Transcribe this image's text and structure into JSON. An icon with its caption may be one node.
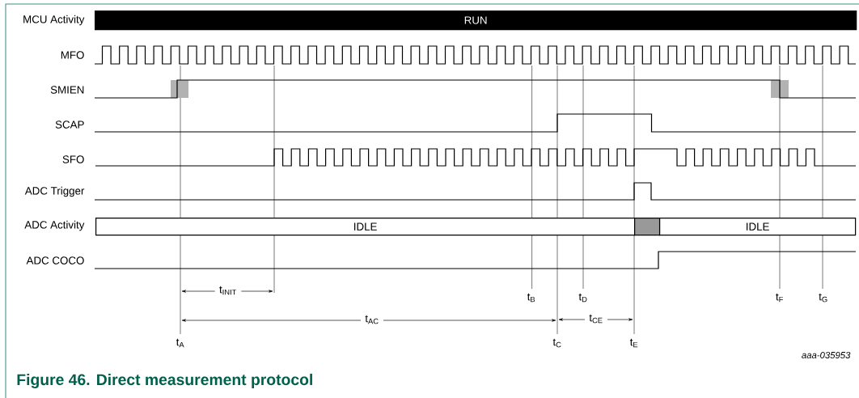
{
  "diagram": {
    "caption": "Figure 46.  Direct measurement protocol",
    "nodes": [
      {
        "text": [
          "RUN"
        ]
      },
      {
        "text": [
          "IDLE"
        ]
      },
      {
        "text": [],
        "shape": "box"
      },
      {
        "text": [
          "IDLE"
        ]
      }
    ],
    "labels": [
      "MCU Activity",
      "MFO",
      "SMIEN",
      "SCAP",
      "SFO",
      "ADC Trigger",
      "ADC Activity",
      "ADC COCO",
      "t$_{INIT}$",
      "t$_{B}$",
      "t$_{D}$",
      "t$_{F}$",
      "t$_{G}$",
      "t$_{AC}$",
      "t$_{CE}$",
      "t$_{A}$",
      "t$_{C}$",
      "t$_{E}$",
      "aaa-035953"
    ]
  }
}
